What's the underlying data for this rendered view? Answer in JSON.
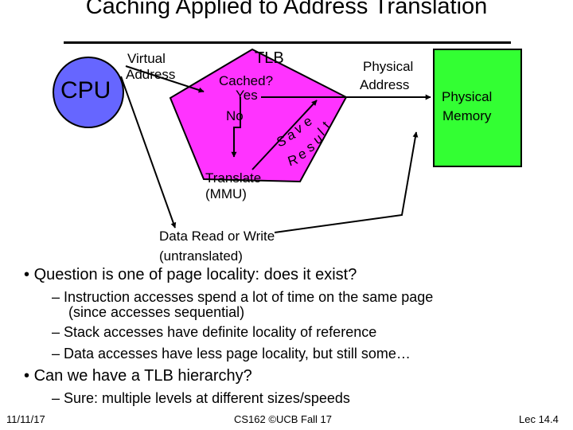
{
  "slide": {
    "title": "Caching Applied to Address Translation",
    "diagram": {
      "cpu": "CPU",
      "virtual_address": [
        "Virtual",
        "Address"
      ],
      "tlb": "TLB",
      "cached": "Cached?",
      "yes": "Yes",
      "no": "No",
      "save_result": [
        "S",
        "a",
        "v",
        "e",
        "R",
        "e",
        "s",
        "u",
        "l",
        "t"
      ],
      "translate": [
        "Translate",
        "(MMU)"
      ],
      "physical_address": [
        "Physical",
        "Address"
      ],
      "physical_memory": [
        "Physical",
        "Memory"
      ],
      "data_rw": [
        "Data Read or Write",
        "(untranslated)"
      ],
      "colors": {
        "cpu": "#6666ff",
        "tlb": "#ff33ff",
        "memory": "#33ff33"
      }
    },
    "bullets": [
      {
        "text": "Question is one of page locality: does it exist?",
        "subs": [
          [
            "Instruction accesses spend a lot of time on the same page",
            "(since accesses sequential)"
          ],
          [
            "Stack accesses have definite locality of reference"
          ],
          [
            "Data accesses have less page locality, but still some…"
          ]
        ]
      },
      {
        "text": "Can we have a TLB hierarchy?",
        "subs": [
          [
            "Sure: multiple levels at different sizes/speeds"
          ]
        ]
      }
    ],
    "footer": {
      "date": "11/11/17",
      "course": "CS162 ©UCB Fall 17",
      "lecture": "Lec 14.4"
    }
  }
}
